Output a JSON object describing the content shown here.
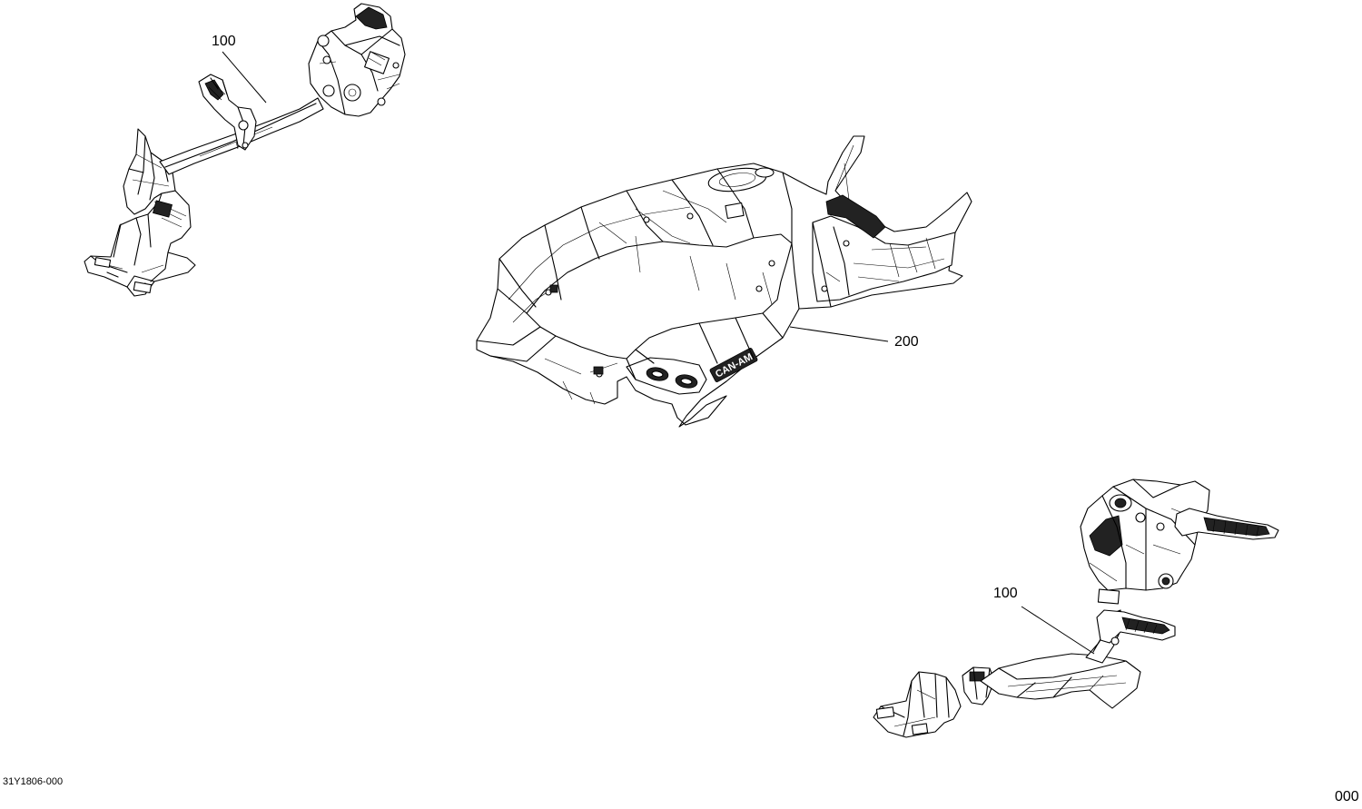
{
  "callouts": {
    "left_ref": "100",
    "center_ref": "200",
    "right_ref": "100"
  },
  "footer": {
    "drawing_code": "31Y1806-000",
    "page_code": "000"
  },
  "decals": {
    "brand_text": "CAN-AM"
  }
}
